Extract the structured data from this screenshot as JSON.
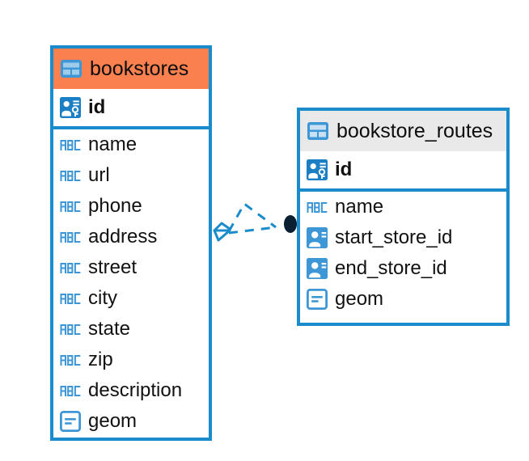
{
  "diagram": {
    "type": "entity-relationship-diagram",
    "background": "#FFFFFF",
    "colors": {
      "border_blue": "#1A8CCB",
      "icon_blue": "#3D96D6",
      "header_orange": "#FA8050",
      "header_gray": "#E9E9E9",
      "text": "#111111",
      "connector_blue": "#1A8CCB",
      "endpoint_dark": "#0B1F33"
    }
  },
  "entities": [
    {
      "name": "bookstores",
      "header_style": "orange",
      "table_icon": "table-icon",
      "primary_keys": [
        {
          "label": "id",
          "icon": "primary-key-icon",
          "type": "pk"
        }
      ],
      "fields": [
        {
          "label": "name",
          "icon": "abc-text-icon",
          "type": "text"
        },
        {
          "label": "url",
          "icon": "abc-text-icon",
          "type": "text"
        },
        {
          "label": "phone",
          "icon": "abc-text-icon",
          "type": "text"
        },
        {
          "label": "address",
          "icon": "abc-text-icon",
          "type": "text"
        },
        {
          "label": "street",
          "icon": "abc-text-icon",
          "type": "text"
        },
        {
          "label": "city",
          "icon": "abc-text-icon",
          "type": "text"
        },
        {
          "label": "state",
          "icon": "abc-text-icon",
          "type": "text"
        },
        {
          "label": "zip",
          "icon": "abc-text-icon",
          "type": "text"
        },
        {
          "label": "description",
          "icon": "abc-text-icon",
          "type": "text"
        },
        {
          "label": "geom",
          "icon": "geometry-icon",
          "type": "geometry"
        }
      ]
    },
    {
      "name": "bookstore_routes",
      "header_style": "gray",
      "table_icon": "table-icon",
      "primary_keys": [
        {
          "label": "id",
          "icon": "primary-key-icon",
          "type": "pk"
        }
      ],
      "fields": [
        {
          "label": "name",
          "icon": "abc-text-icon",
          "type": "text"
        },
        {
          "label": "start_store_id",
          "icon": "foreign-key-icon",
          "type": "fk"
        },
        {
          "label": "end_store_id",
          "icon": "foreign-key-icon",
          "type": "fk"
        },
        {
          "label": "geom",
          "icon": "geometry-icon",
          "type": "geometry"
        }
      ]
    }
  ],
  "relationship": {
    "name": "bookstores-to-bookstore-routes",
    "line_style": "dashed",
    "source_marker": "diamond-crowsfoot-marker",
    "target_marker": "filled-circle-endpoint"
  }
}
